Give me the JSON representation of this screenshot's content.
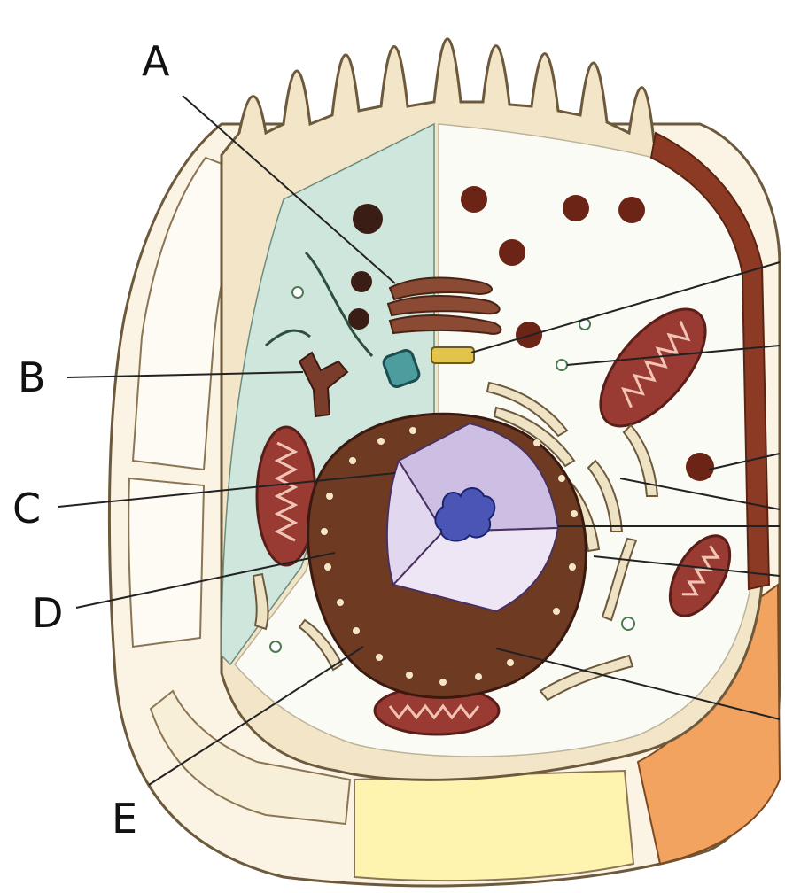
{
  "diagram": {
    "labels": {
      "a": "A",
      "b": "B",
      "c": "C",
      "d": "D",
      "e": "E"
    },
    "colors": {
      "cytoplasm_green": "#cfe6dd",
      "cytoplasm_white": "#fbfbf6",
      "membrane_cream": "#f3e6c8",
      "nucleus_brown": "#6e3a22",
      "mitochondria_red": "#9a3b33",
      "nucleus_interior": "#d9d0ec",
      "nucleolus_blue": "#4a55b5",
      "neighbor_yellow": "#fff3b0",
      "neighbor_orange": "#f1a35f"
    }
  }
}
